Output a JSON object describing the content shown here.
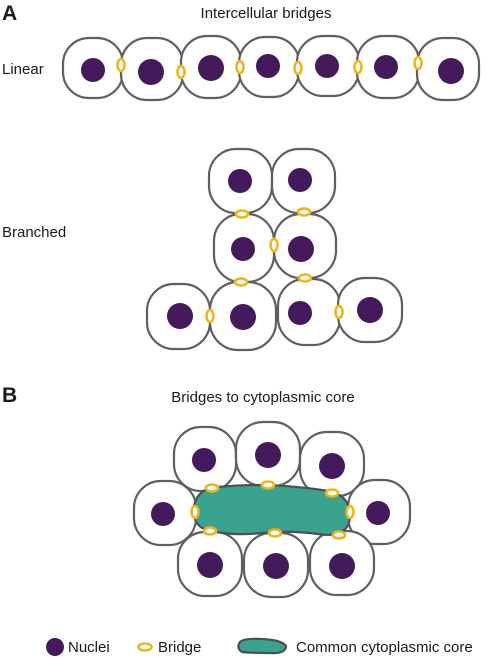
{
  "panel_a": {
    "label": "A",
    "title": "Intercellular bridges",
    "linear_label": "Linear",
    "branched_label": "Branched"
  },
  "panel_b": {
    "label": "B",
    "title": "Bridges to cytoplasmic core"
  },
  "legend": {
    "nuclei": "Nuclei",
    "bridge": "Bridge",
    "core": "Common cytoplasmic core"
  },
  "colors": {
    "nucleus": "#441a5c",
    "bridge": "#f2b318",
    "core": "#3aa38f",
    "cell_outline": "#5f5f5f"
  }
}
